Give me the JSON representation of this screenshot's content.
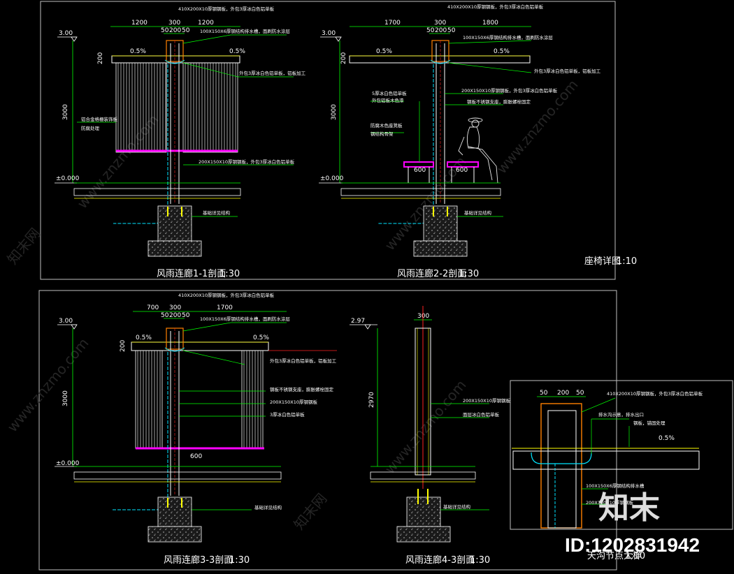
{
  "watermarks": {
    "site": "www.znzmo.com",
    "brand": "知末网",
    "logo": "知末",
    "id": "ID:1202831942"
  },
  "panel1": {
    "title": "风雨连廊1-1剖面",
    "scale": "1:30",
    "dims_top": [
      "1200",
      "300",
      "1200"
    ],
    "dims_sub": [
      "50",
      "200",
      "50"
    ],
    "height": "3000",
    "level_top": "3.00",
    "level_base": "±0.000",
    "slope_left": "0.5%",
    "slope_right": "0.5%",
    "canopy": "200",
    "notes": [
      "410X200X10厚钢钢板，外包3厚冰白色铝单板",
      "100X150X6厚钢结构排水槽，面刷防水涂层",
      "外包3厚冰白色铝单板，铝板加工",
      "铝合金格栅装饰板",
      "防腐处理",
      "200X150X10厚钢钢板，外包3厚冰白色铝单板",
      "基础详见结构"
    ]
  },
  "panel2": {
    "title": "风雨连廊2-2剖面",
    "scale": "1:30",
    "dims_top": [
      "1700",
      "300",
      "1800"
    ],
    "dims_sub": [
      "50",
      "200",
      "50"
    ],
    "height": "3000",
    "level_top": "3.00",
    "level_base": "±0.000",
    "slope_left": "0.5%",
    "slope_right": "0.5%",
    "canopy": "200",
    "seat": [
      "600",
      "600"
    ],
    "notes": [
      "410X200X10厚钢钢板，外包3厚冰白色铝单板",
      "100X150X6厚钢结构排水槽，面刷防水涂层",
      "外包3厚冰白色铝单板，铝板加工",
      "5厚冰白色铝单板",
      "外包铝板木色漆",
      "200X150X10厚钢钢板，外包3厚冰白色铝单板",
      "钢板不锈钢支座，膨胀螺栓固定",
      "防腐木色座凳板",
      "钢结构骨架",
      "基础详见结构"
    ]
  },
  "seat_detail": {
    "title": "座椅详图",
    "scale": "1:10"
  },
  "panel3": {
    "title": "风雨连廊3-3剖面",
    "scale": "1:30",
    "dims_top": [
      "700",
      "300",
      "1700"
    ],
    "dims_sub": [
      "50",
      "200",
      "50"
    ],
    "height": "3000",
    "level_top": "3.00",
    "level_base": "±0.000",
    "slope_left": "0.5%",
    "slope_right": "0.5%",
    "canopy": "200",
    "bench": "600",
    "notes": [
      "410X200X10厚钢钢板，外包3厚冰白色铝单板",
      "100X150X6厚钢结构排水槽，面刷防水涂层",
      "外包3厚冰白色铝单板，铝板加工",
      "钢板不锈钢支座，膨胀螺栓固定",
      "200X150X10厚钢钢板",
      "3厚冰白色铝单板",
      "基础详见结构"
    ]
  },
  "panel4": {
    "title": "风雨连廊4-3剖面",
    "scale": "1:30",
    "dim_top": "300",
    "height": "2970",
    "level_top": "2.97",
    "notes": [
      "200X150X10厚钢钢板",
      "面层冰白色铝单板",
      "基础详见结构"
    ]
  },
  "panel5": {
    "title": "天沟节点大样",
    "scale": "1:10",
    "dims": [
      "50",
      "200",
      "50"
    ],
    "slope": "0.5%",
    "notes": [
      "410X200X10厚钢钢板，外包3厚冰白色铝单板",
      "排水沟示意，排水出口",
      "钢板，锚固处理",
      "100X150X6厚钢结构排水槽",
      "200X150X10厚钢钢板"
    ]
  },
  "colors": {
    "frame": "#ffffff",
    "dimension": "#00ff00",
    "annotation": "#00ff00",
    "drain": "#00e5ff",
    "magenta": "#ff00ff",
    "orange": "#ff8000",
    "red": "#ff2020",
    "yellow": "#ffff00"
  }
}
